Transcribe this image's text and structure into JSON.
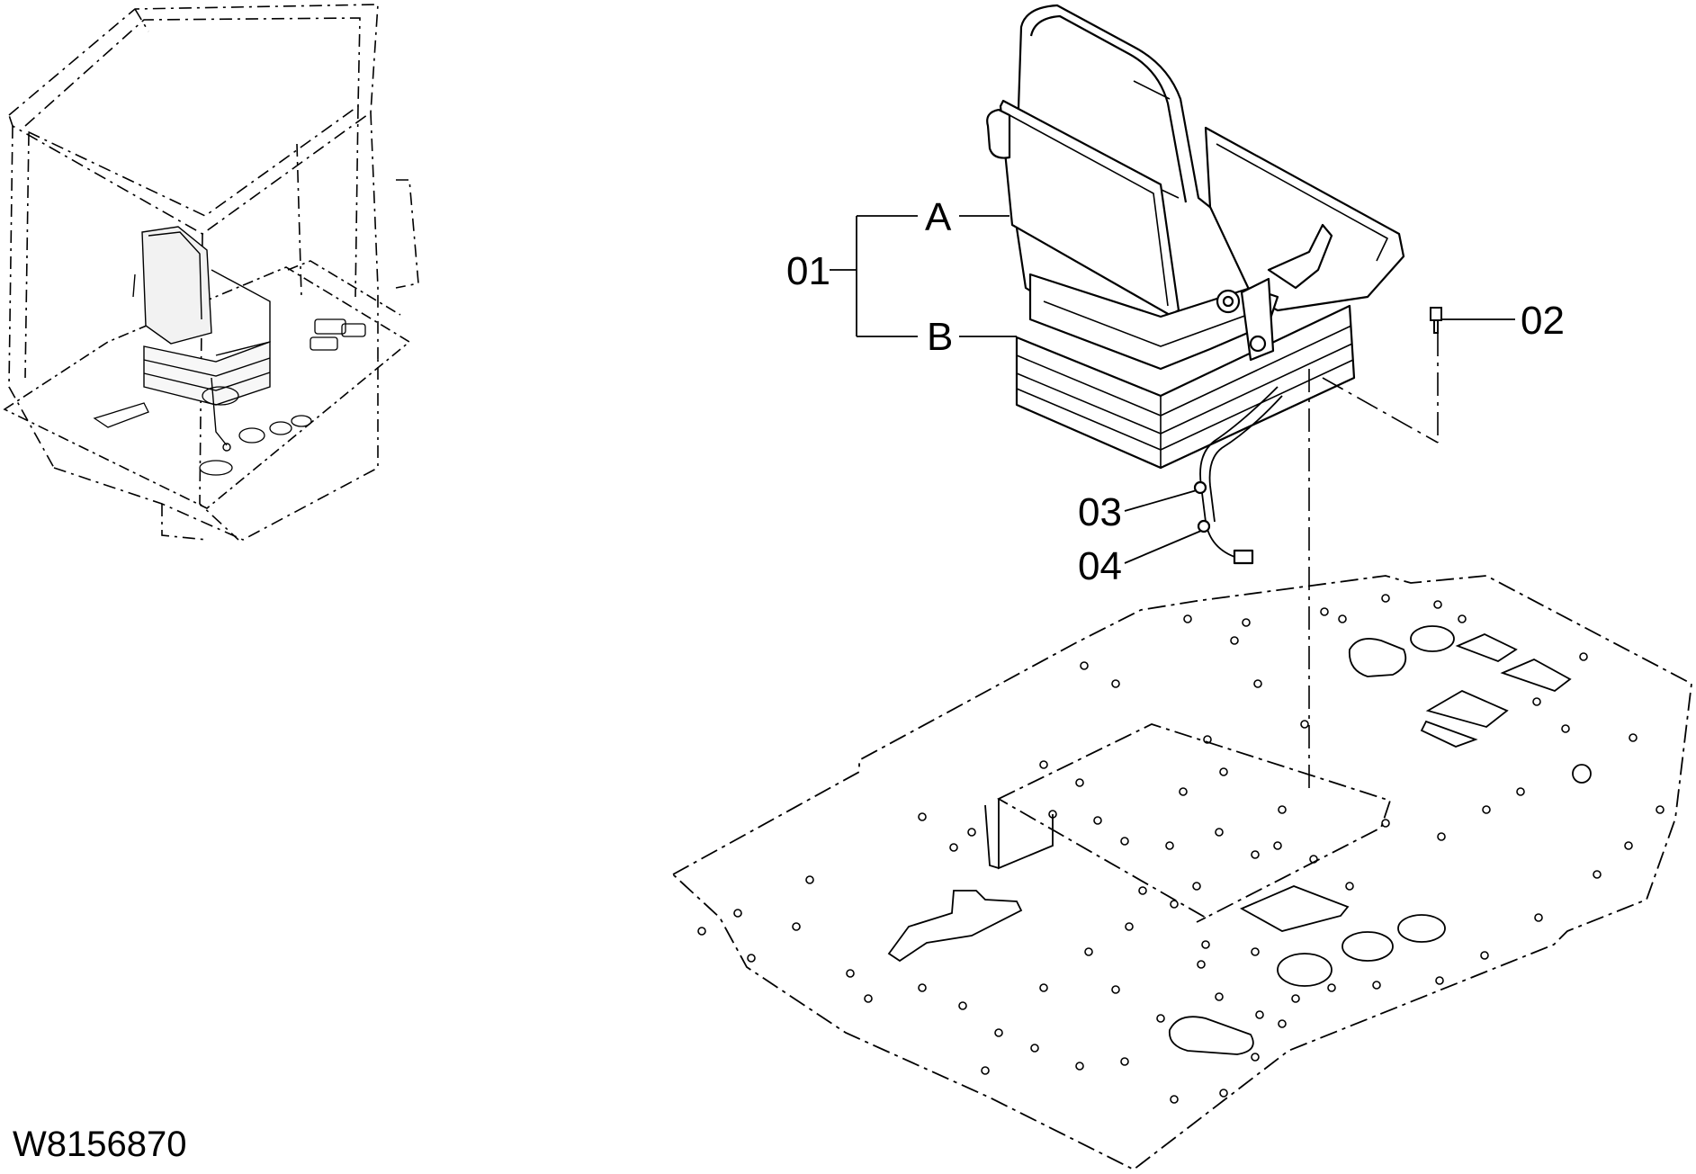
{
  "diagram": {
    "drawing_code": "W8156870",
    "callouts": {
      "c01": "01",
      "c02": "02",
      "c03": "03",
      "c04": "04",
      "sub_a": "A",
      "sub_b": "B"
    }
  },
  "colors": {
    "line": "#000000",
    "seat_shade": "#e6e6e6",
    "background": "#ffffff"
  }
}
